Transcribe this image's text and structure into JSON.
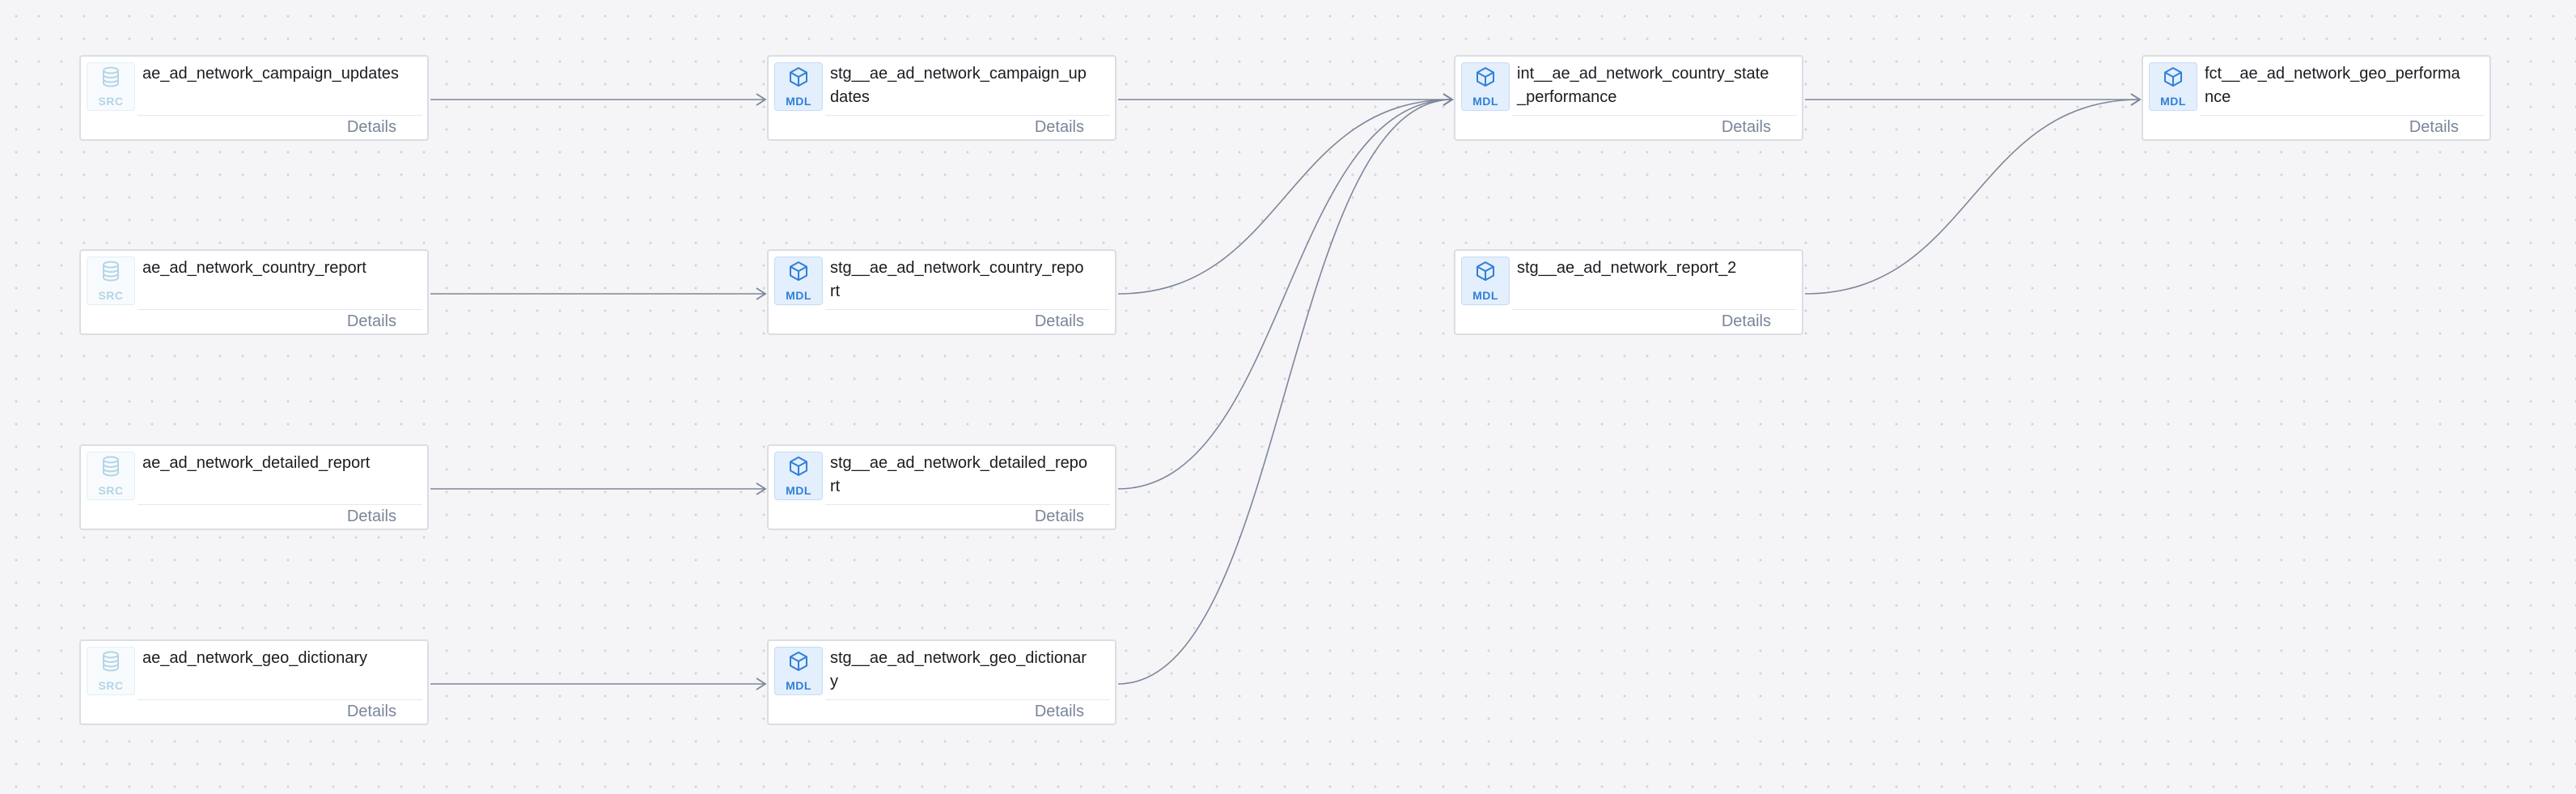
{
  "nodes": [
    {
      "id": "src1",
      "kind": "src",
      "badge": "SRC",
      "icon": "database-icon",
      "title": "ae_ad_network_campaign_updates",
      "details_label": "Details"
    },
    {
      "id": "src2",
      "kind": "src",
      "badge": "SRC",
      "icon": "database-icon",
      "title": "ae_ad_network_country_report",
      "details_label": "Details"
    },
    {
      "id": "src3",
      "kind": "src",
      "badge": "SRC",
      "icon": "database-icon",
      "title": "ae_ad_network_detailed_report",
      "details_label": "Details"
    },
    {
      "id": "src4",
      "kind": "src",
      "badge": "SRC",
      "icon": "database-icon",
      "title": "ae_ad_network_geo_dictionary",
      "details_label": "Details"
    },
    {
      "id": "stg1",
      "kind": "mdl",
      "badge": "MDL",
      "icon": "cube-icon",
      "title": "stg__ae_ad_network_campaign_updates",
      "details_label": "Details"
    },
    {
      "id": "stg2",
      "kind": "mdl",
      "badge": "MDL",
      "icon": "cube-icon",
      "title": "stg__ae_ad_network_country_report",
      "details_label": "Details"
    },
    {
      "id": "stg3",
      "kind": "mdl",
      "badge": "MDL",
      "icon": "cube-icon",
      "title": "stg__ae_ad_network_detailed_report",
      "details_label": "Details"
    },
    {
      "id": "stg4",
      "kind": "mdl",
      "badge": "MDL",
      "icon": "cube-icon",
      "title": "stg__ae_ad_network_geo_dictionary",
      "details_label": "Details"
    },
    {
      "id": "int1",
      "kind": "mdl",
      "badge": "MDL",
      "icon": "cube-icon",
      "title": "int__ae_ad_network_country_state_performance",
      "details_label": "Details"
    },
    {
      "id": "stg5",
      "kind": "mdl",
      "badge": "MDL",
      "icon": "cube-icon",
      "title": "stg__ae_ad_network_report_2",
      "details_label": "Details"
    },
    {
      "id": "fct1",
      "kind": "mdl",
      "badge": "MDL",
      "icon": "cube-icon",
      "title": "fct__ae_ad_network_geo_performance",
      "details_label": "Details"
    }
  ],
  "edges": [
    {
      "from": "src1",
      "to": "stg1"
    },
    {
      "from": "src2",
      "to": "stg2"
    },
    {
      "from": "src3",
      "to": "stg3"
    },
    {
      "from": "src4",
      "to": "stg4"
    },
    {
      "from": "stg1",
      "to": "int1"
    },
    {
      "from": "stg2",
      "to": "int1"
    },
    {
      "from": "stg3",
      "to": "int1"
    },
    {
      "from": "stg4",
      "to": "int1"
    },
    {
      "from": "int1",
      "to": "fct1"
    },
    {
      "from": "stg5",
      "to": "fct1"
    }
  ],
  "colors": {
    "edge": "#7d879c",
    "src_badge": "#b4d5e6",
    "mdl_badge": "#2f7fd9",
    "background": "#f5f5f7"
  }
}
